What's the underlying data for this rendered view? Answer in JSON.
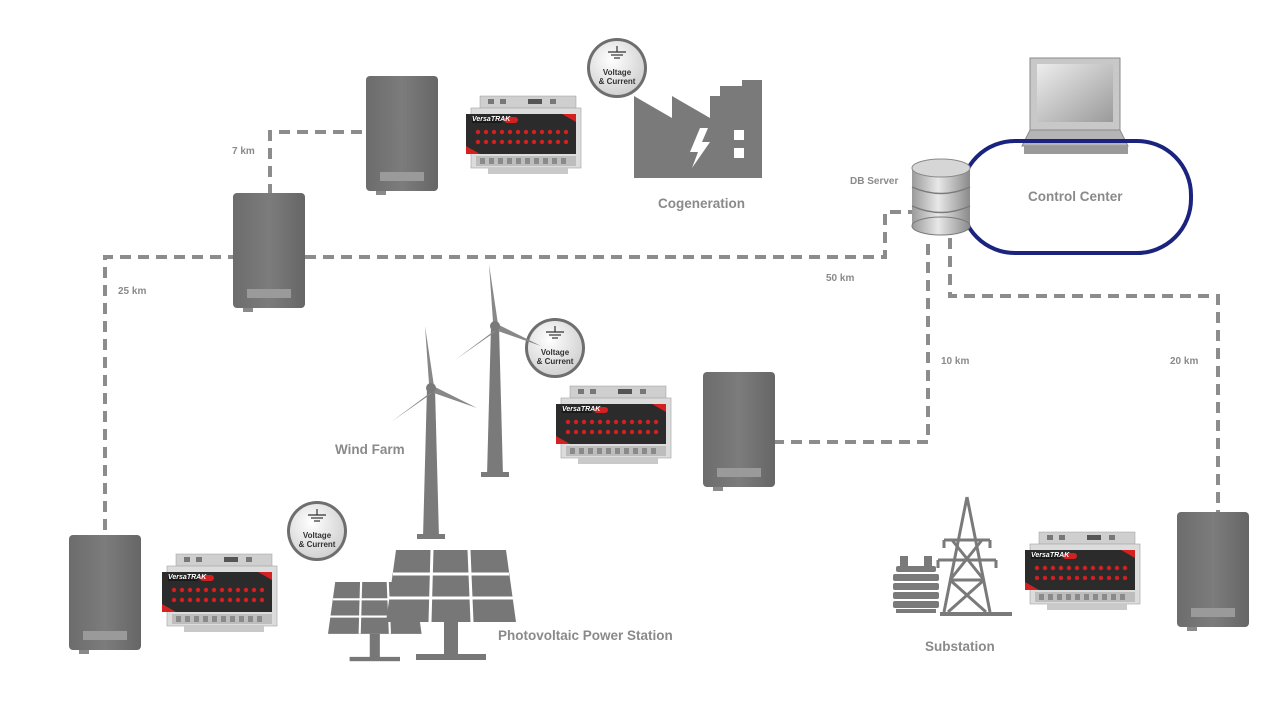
{
  "labels": {
    "db_server": "DB Server",
    "control_center": "Control Center",
    "cogeneration": "Cogeneration",
    "wind_farm": "Wind Farm",
    "photovoltaic": "Photovoltaic Power Station",
    "substation": "Substation"
  },
  "distances": {
    "d7": "7 km",
    "d25": "25 km",
    "d50": "50 km",
    "d10": "10 km",
    "d20": "20 km"
  },
  "badges": [
    {
      "line1": "Voltage",
      "line2": "& Current"
    },
    {
      "line1": "Voltage",
      "line2": "& Current"
    },
    {
      "line1": "Voltage",
      "line2": "& Current"
    }
  ],
  "module": {
    "brand": "VersaTRAK"
  },
  "colors": {
    "link": "#8c8c8c",
    "cabinet": "#707070",
    "control_ring": "#1a237e",
    "module_red": "#d32020"
  }
}
